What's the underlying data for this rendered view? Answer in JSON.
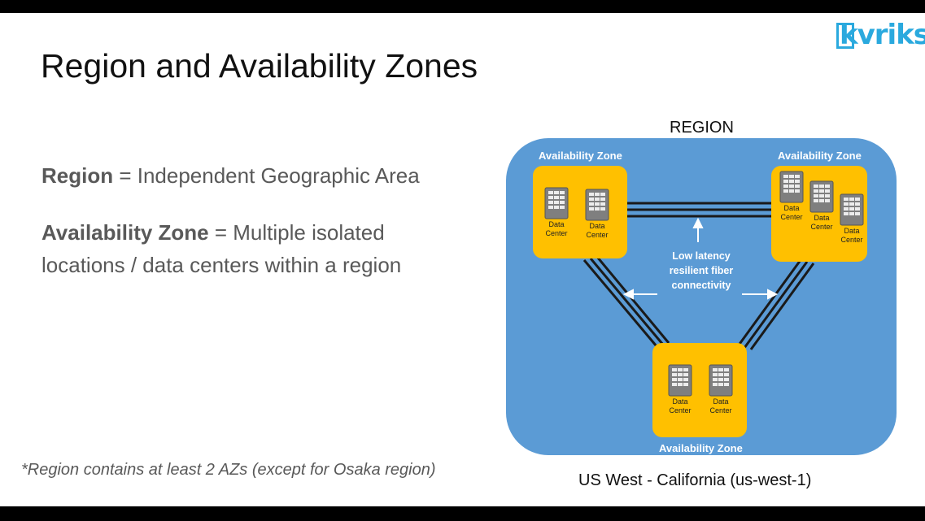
{
  "slide": {
    "title": "Region and Availability Zones",
    "logo": "kvriksh",
    "bullets": [
      {
        "term": "Region",
        "text": " = Independent Geographic Area"
      },
      {
        "term": "Availability Zone",
        "text": " = Multiple isolated locations / data centers within a region"
      }
    ],
    "footnote": "*Region contains at least 2 AZs (except for Osaka region)",
    "caption": "US West - California (us-west-1)"
  },
  "diagram": {
    "region_label": "REGION",
    "az_label": "Availability Zone",
    "dc_line1": "Data",
    "dc_line2": "Center",
    "latency_lines": [
      "Low latency",
      "resilient fiber",
      "connectivity"
    ],
    "colors": {
      "region_fill": "#5b9bd5",
      "az_fill": "#ffc000",
      "server_fill": "#7f7f7f",
      "link": "#1a1a1a"
    }
  }
}
